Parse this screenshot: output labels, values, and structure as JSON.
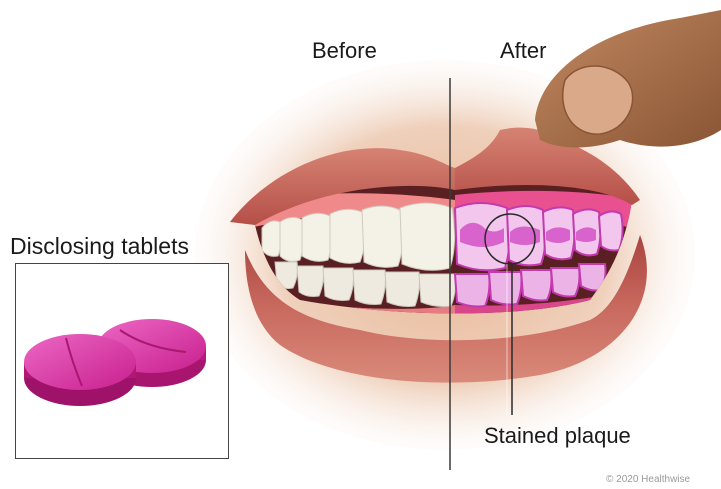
{
  "labels": {
    "before": "Before",
    "after": "After",
    "tablets": "Disclosing tablets",
    "stained_plaque": "Stained plaque",
    "copyright": "© 2020 Healthwise"
  },
  "colors": {
    "lip": "#c8675e",
    "lip_shadow": "#a8453f",
    "skin": "#e2b08f",
    "gum": "#e56f83",
    "tooth_white": "#f3f0e6",
    "tooth_stained": "#d55ccc",
    "tablet_magenta": "#d0289a",
    "divider": "#3a3a3a"
  },
  "icons": [
    "tablet-icon",
    "finger-icon",
    "circle-marker-icon"
  ]
}
